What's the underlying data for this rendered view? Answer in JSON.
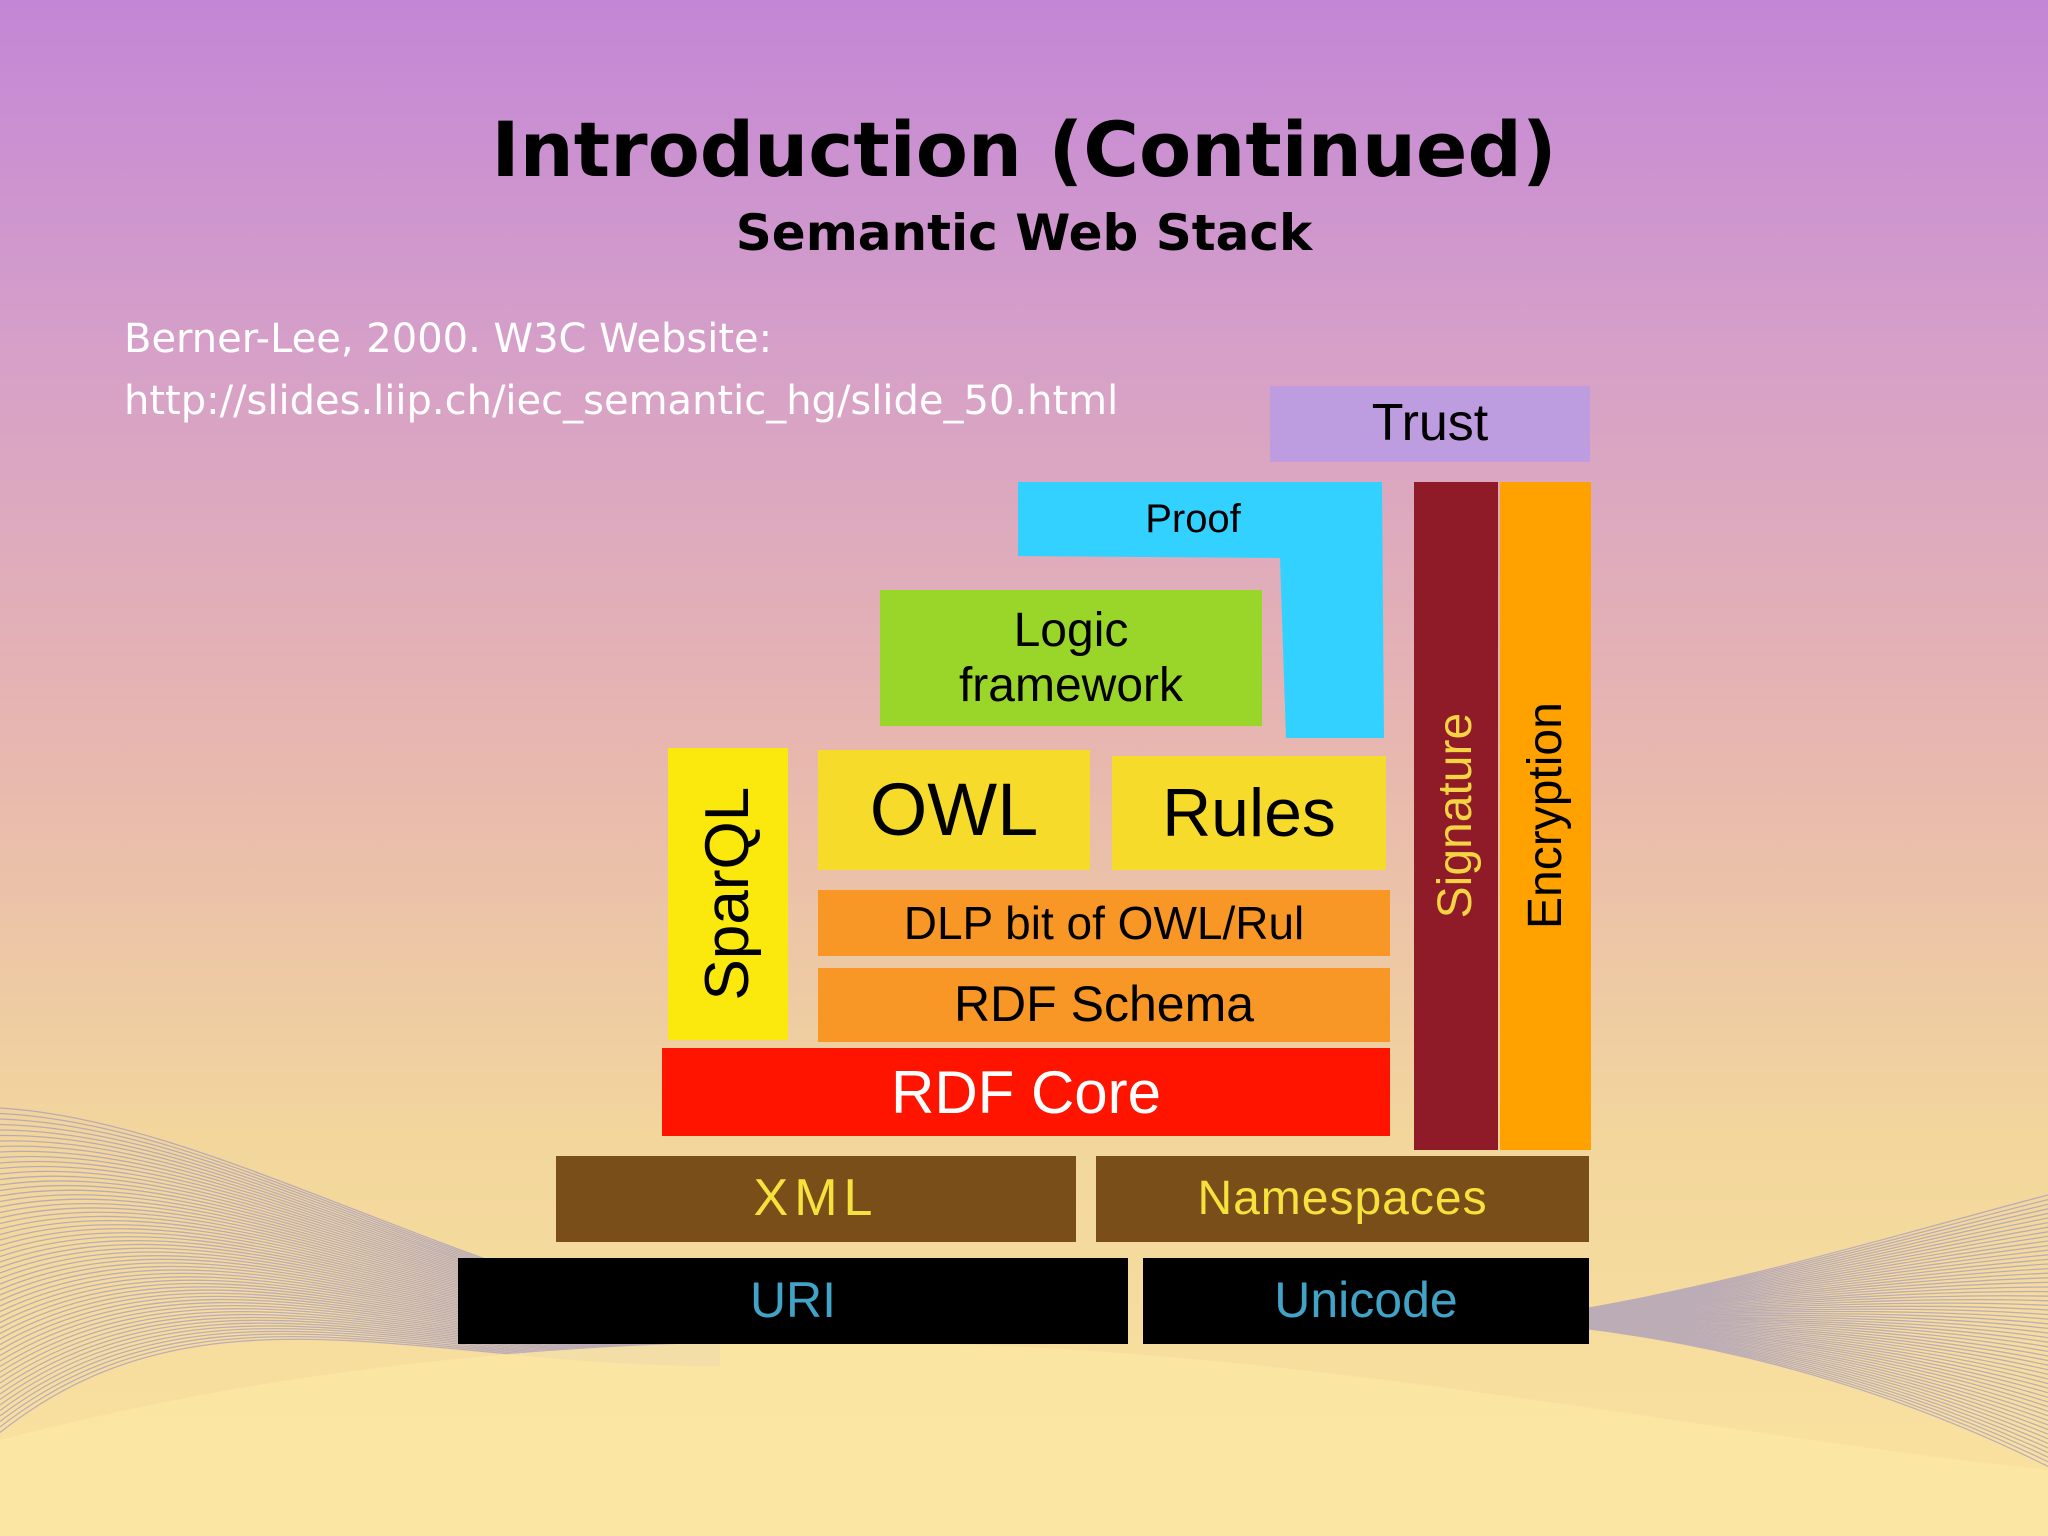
{
  "slide": {
    "title": "Introduction (Continued)",
    "subtitle": "Semantic Web Stack",
    "citation": {
      "line1": "Berner-Lee, 2000. W3C Website:",
      "line2": "http://slides.liip.ch/iec_semantic_hg/slide_50.html"
    }
  },
  "stack": {
    "uri": "URI",
    "unicode": "Unicode",
    "xml": "XML",
    "namespaces": "Namespaces",
    "rdf_core": "RDF Core",
    "rdf_schema": "RDF Schema",
    "dlp": "DLP bit of OWL/Rul",
    "owl": "OWL",
    "rules": "Rules",
    "sparql": "SparQL",
    "logic": {
      "line1": "Logic",
      "line2": "framework"
    },
    "proof": "Proof",
    "trust": "Trust",
    "signature": "Signature",
    "encryption": "Encryption"
  },
  "colors": {
    "uri_unicode_bg": "#000000",
    "uri_unicode_text": "#41a3c6",
    "xml_namespaces_bg": "#7a4e18",
    "xml_namespaces_text": "#f6e23c",
    "rdf_core": "#ff1400",
    "rdf_schema_dlp": "#f99726",
    "owl_rules": "#f7db2a",
    "sparql": "#fbe80c",
    "logic": "#99d629",
    "proof": "#33d1ff",
    "trust": "#bd9ce0",
    "signature_bg": "#8f1a28",
    "signature_text": "#f4d442",
    "encryption": "#ffa200"
  }
}
